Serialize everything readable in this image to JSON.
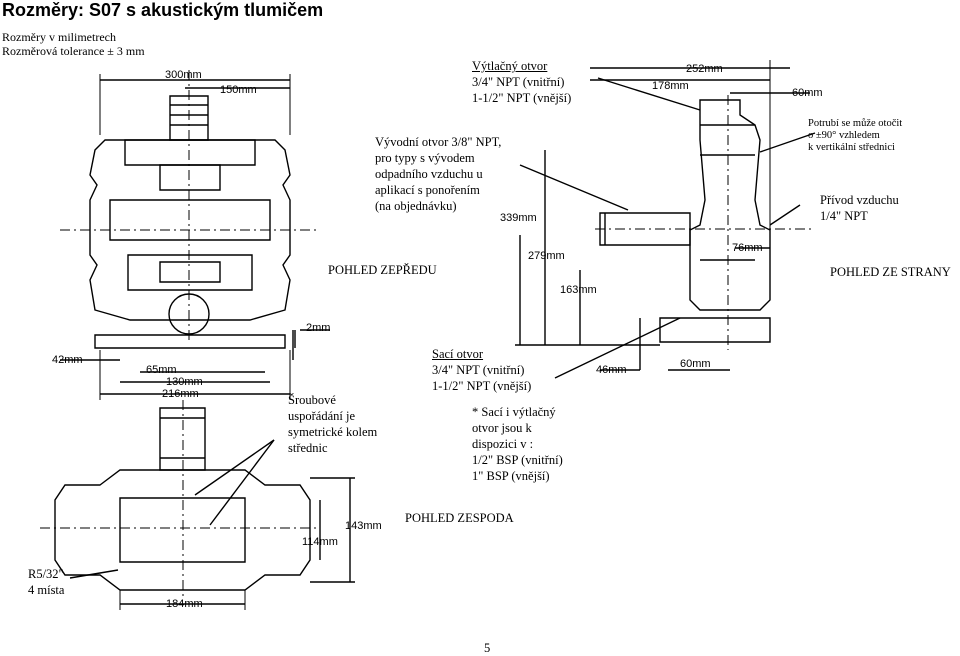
{
  "title": "Rozměry: S07 s akustickým tlumičem",
  "units_note": "Rozměry v milimetrech",
  "tolerance_note": "Rozměrová tolerance ± 3 mm",
  "discharge": {
    "label": "Výtlačný otvor",
    "line1": "3/4\" NPT (vnitřní)",
    "line2": "1-1/2\" NPT (vnější)"
  },
  "exhaust_note": [
    "Vývodní otvor 3/8\" NPT,",
    "pro typy s vývodem",
    "odpadního vzduchu u",
    "aplikací s ponořením",
    "(na objednávku)"
  ],
  "pipe_note": [
    "Potrubí se může otočit",
    "o ±90° vzhledem",
    "k  vertikální střednici"
  ],
  "air_inlet": [
    "Přívod vzduchu",
    "1/4\" NPT"
  ],
  "views": {
    "front": "POHLED ZEPŘEDU",
    "side": "POHLED ZE STRANY",
    "bottom": "POHLED ZESPODA"
  },
  "suction": {
    "label": "Sací otvor",
    "line1": "3/4\" NPT (vnitřní)",
    "line2": "1-1/2\" NPT (vnější)"
  },
  "bolts_note": [
    "Šroubové",
    "uspořádání je",
    "symetrické kolem",
    "střednic"
  ],
  "alt_ports_note": [
    "* Sací i výtlačný",
    "otvor jsou k",
    "dispozici v :",
    "1/2\" BSP (vnitřní)",
    "1\" BSP (vnější)"
  ],
  "radius_note": [
    "R5/32\"",
    "4 místa"
  ],
  "page_number": "5",
  "dimensions": {
    "d300": "300mm",
    "d150": "150mm",
    "d252": "252mm",
    "d178": "178mm",
    "d60a": "60mm",
    "d339": "339mm",
    "d279": "279mm",
    "d163": "163mm",
    "d76": "76mm",
    "d2": "2mm",
    "d42": "42mm",
    "d65": "65mm",
    "d130": "130mm",
    "d216": "216mm",
    "d46": "46mm",
    "d60b": "60mm",
    "d143": "143mm",
    "d114": "114mm",
    "d184": "184mm"
  }
}
